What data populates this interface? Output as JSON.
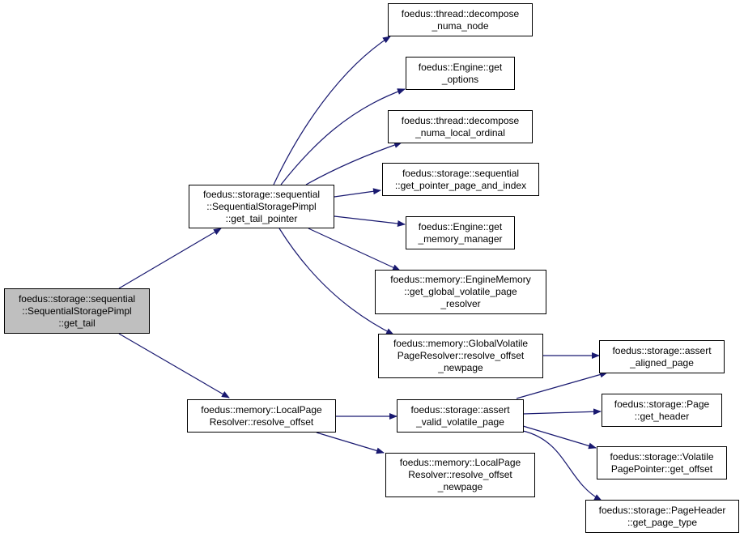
{
  "colors": {
    "edge": "#191970",
    "root_fill": "#bfbfbf",
    "node_fill": "#ffffff",
    "border": "#000000"
  },
  "nodes": {
    "get_tail": [
      "foedus::storage::sequential",
      "::SequentialStoragePimpl",
      "::get_tail"
    ],
    "get_tail_pointer": [
      "foedus::storage::sequential",
      "::SequentialStoragePimpl",
      "::get_tail_pointer"
    ],
    "local_resolve_offset": [
      "foedus::memory::LocalPage",
      "Resolver::resolve_offset"
    ],
    "decompose_numa_node": [
      "foedus::thread::decompose",
      "_numa_node"
    ],
    "get_options": [
      "foedus::Engine::get",
      "_options"
    ],
    "decompose_numa_local_ordinal": [
      "foedus::thread::decompose",
      "_numa_local_ordinal"
    ],
    "get_pointer_page_and_index": [
      "foedus::storage::sequential",
      "::get_pointer_page_and_index"
    ],
    "get_memory_manager": [
      "foedus::Engine::get",
      "_memory_manager"
    ],
    "get_global_volatile_page_resolver": [
      "foedus::memory::EngineMemory",
      "::get_global_volatile_page",
      "_resolver"
    ],
    "global_resolve_offset_newpage": [
      "foedus::memory::GlobalVolatile",
      "PageResolver::resolve_offset",
      "_newpage"
    ],
    "assert_valid_volatile_page": [
      "foedus::storage::assert",
      "_valid_volatile_page"
    ],
    "local_resolve_offset_newpage": [
      "foedus::memory::LocalPage",
      "Resolver::resolve_offset",
      "_newpage"
    ],
    "assert_aligned_page": [
      "foedus::storage::assert",
      "_aligned_page"
    ],
    "page_get_header": [
      "foedus::storage::Page",
      "::get_header"
    ],
    "volatile_page_pointer_get_offset": [
      "foedus::storage::Volatile",
      "PagePointer::get_offset"
    ],
    "page_header_get_page_type": [
      "foedus::storage::PageHeader",
      "::get_page_type"
    ]
  }
}
